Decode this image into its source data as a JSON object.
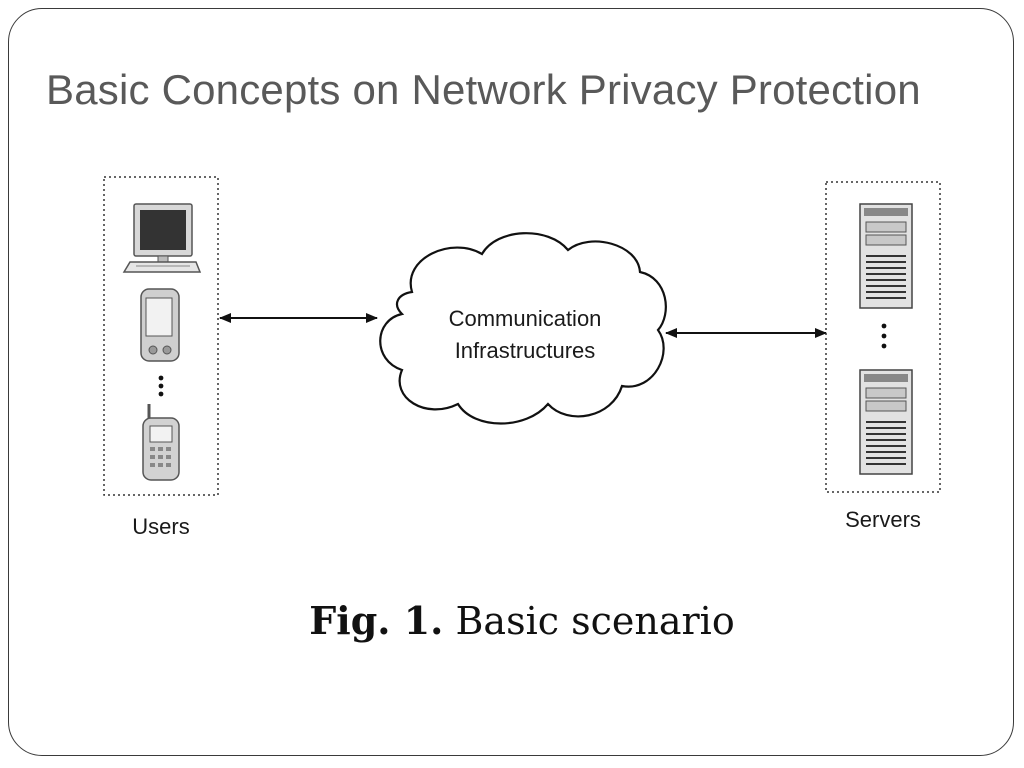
{
  "slide": {
    "title": "Basic Concepts on Network Privacy Protection"
  },
  "diagram": {
    "users_label": "Users",
    "servers_label": "Servers",
    "cloud_line1": "Communication",
    "cloud_line2": "Infrastructures"
  },
  "caption": {
    "fig_label": "Fig. 1.",
    "text": "Basic scenario"
  },
  "colors": {
    "title": "#595959",
    "frame": "#3a3a3a",
    "ink": "#111111"
  },
  "icons": [
    "desktop-computer-icon",
    "pda-icon",
    "mobile-phone-icon",
    "server-tower-icon"
  ]
}
